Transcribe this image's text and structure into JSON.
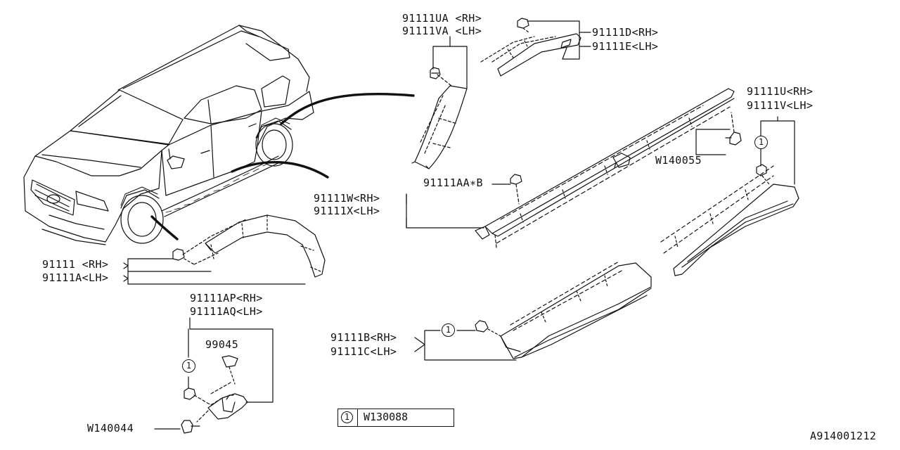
{
  "diagram": {
    "labels": {
      "p91111ua": "91111UA <RH>",
      "p91111va": "91111VA <LH>",
      "p91111d": "91111D<RH>",
      "p91111e": "91111E<LH>",
      "p91111u": "91111U<RH>",
      "p91111v": "91111V<LH>",
      "w140055": "W140055",
      "p91111aa": "91111AA∗B",
      "p91111w": "91111W<RH>",
      "p91111x": "91111X<LH>",
      "p91111": "91111 <RH>",
      "p91111a": "91111A<LH>",
      "p91111ap": "91111AP<RH>",
      "p91111aq": "91111AQ<LH>",
      "p99045": "99045",
      "p91111b": "91111B<RH>",
      "p91111c": "91111C<LH>",
      "w140044": "W140044"
    },
    "callout_marks": {
      "one_a": "1",
      "one_b": "1",
      "one_c": "1"
    },
    "legend": {
      "mark": "1",
      "code": "W130088"
    },
    "reference": "A914001212"
  }
}
